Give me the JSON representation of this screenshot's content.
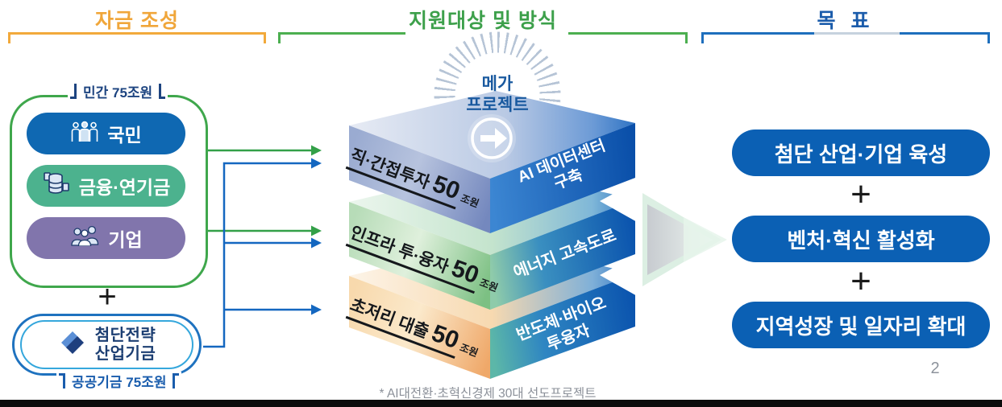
{
  "headers": {
    "funding": {
      "label": "자금 조성",
      "color": "#f0a63a"
    },
    "support": {
      "label": "지원대상 및 방식",
      "color": "#3da04b"
    },
    "goals": {
      "label": "목 표",
      "color": "#1b5cab"
    }
  },
  "funding": {
    "private_label": "민간 75조원",
    "sources": [
      {
        "label": "국민",
        "color": "#0f68b2",
        "icon": "citizens-icon"
      },
      {
        "label": "금융·연기금",
        "color": "#4cb28e",
        "icon": "finance-pension-icon"
      },
      {
        "label": "기업",
        "color": "#8175ac",
        "icon": "companies-icon"
      }
    ],
    "plus": "+",
    "fund": {
      "line1": "첨단전략",
      "line2": "산업기금",
      "icon": "fund-logo-icon"
    },
    "public_label": "공공기금 75조원"
  },
  "support": {
    "mega_badge": {
      "line1": "메가",
      "line2": "프로젝트"
    },
    "layers": [
      {
        "method": "직·간접투자",
        "amount": "50",
        "unit": "조원",
        "target_line1": "AI 데이터센터",
        "target_line2": "구축",
        "left_face_color": "blue-gray"
      },
      {
        "method": "인프라 투·융자",
        "amount": "50",
        "unit": "조원",
        "target_line1": "에너지 고속도로",
        "target_line2": "",
        "left_face_color": "green"
      },
      {
        "method": "초저리 대출",
        "amount": "50",
        "unit": "조원",
        "target_line1": "반도체·바이오",
        "target_line2": "투융자",
        "left_face_color": "orange"
      }
    ],
    "arrow_in_circle_icon": "arrow-right-circle-icon",
    "footnote": "* AI대전환·초혁신경제 30대 선도프로젝트"
  },
  "goals": {
    "items": [
      "첨단 산업·기업 육성",
      "벤처·혁신 활성화",
      "지역성장 및 일자리 확대"
    ],
    "plus": "+",
    "pill_color": "#0b60b4"
  },
  "connectors": {
    "green": "#33a048",
    "blue": "#1467c0"
  },
  "page_number": "2"
}
